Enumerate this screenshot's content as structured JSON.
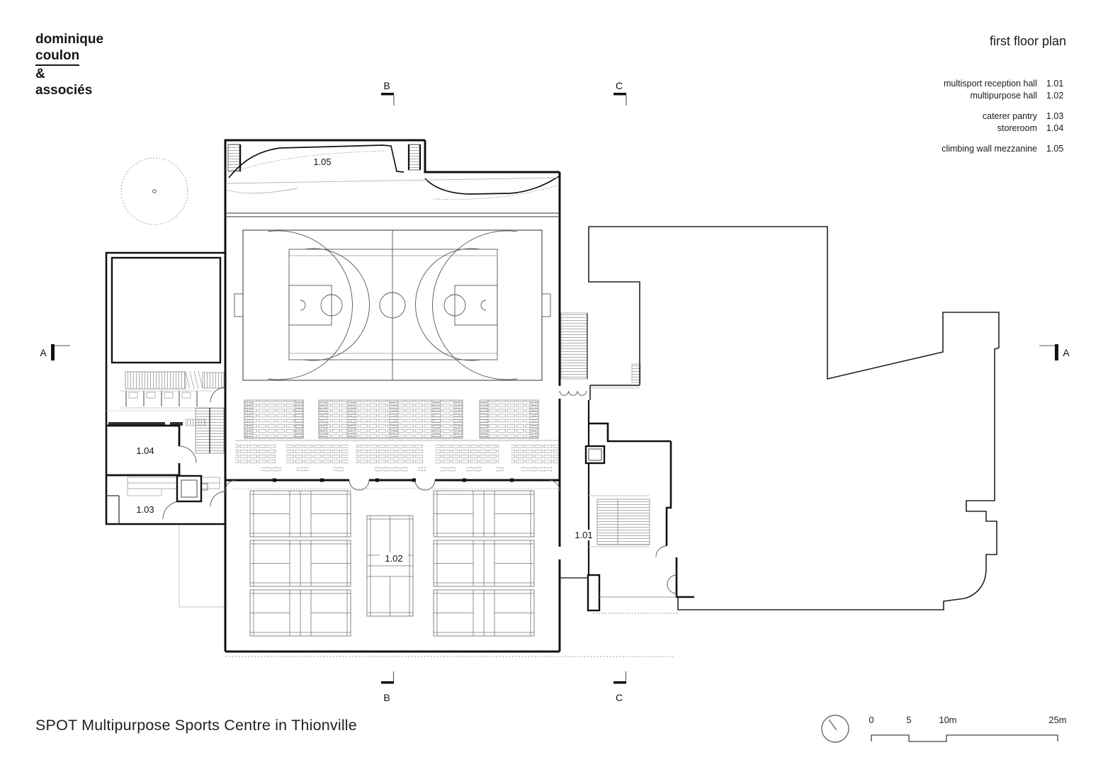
{
  "logo": {
    "line1": "dominique",
    "line2": "coulon",
    "line3": "&",
    "line4": "associés"
  },
  "header": {
    "plan_title": "first floor plan"
  },
  "legend": {
    "items": [
      {
        "name": "multisport reception hall",
        "code": "1.01"
      },
      {
        "name": "multipurpose hall",
        "code": "1.02"
      },
      {
        "name": "caterer pantry",
        "code": "1.03"
      },
      {
        "name": "storeroom",
        "code": "1.04"
      },
      {
        "name": "climbing wall mezzanine",
        "code": "1.05"
      }
    ]
  },
  "plan": {
    "room_labels": {
      "r101": "1.01",
      "r102": "1.02",
      "r103": "1.03",
      "r104": "1.04",
      "r105": "1.05"
    },
    "section_markers": {
      "a": "A",
      "b": "B",
      "c": "C"
    }
  },
  "scale_bar": {
    "ticks": [
      "0",
      "5",
      "10m",
      "25m"
    ]
  },
  "footer": {
    "project_title": "SPOT Multipurpose Sports Centre in Thionville"
  },
  "colors": {
    "ink": "#111111",
    "line": "#444444",
    "fine_line": "#999999",
    "dashed": "#888888",
    "paper": "#ffffff"
  }
}
